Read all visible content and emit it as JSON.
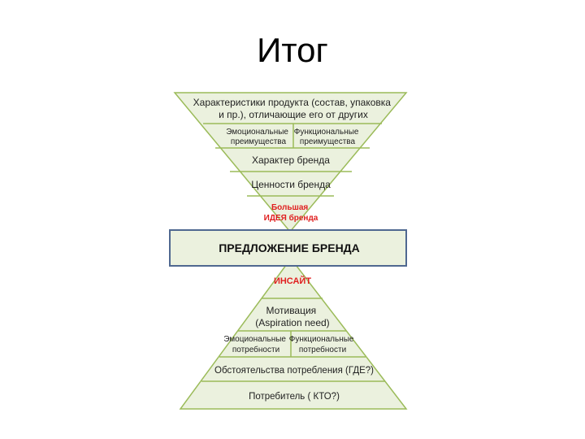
{
  "slide": {
    "title": "Итог"
  },
  "diagram": {
    "top_funnel": {
      "characteristics": [
        "Характеристики продукта (состав, упаковка",
        "и пр.), отличающие его от других"
      ],
      "benefits_left": [
        "Эмоциональные",
        "преимущества"
      ],
      "benefits_right": [
        "Функциональные",
        "преимущества"
      ],
      "character": "Характер бренда",
      "values": "Ценности бренда",
      "big_idea": [
        "Большая",
        "ИДЕЯ бренда"
      ]
    },
    "center": {
      "label": "ПРЕДЛОЖЕНИЕ БРЕНДА"
    },
    "bottom_pyramid": {
      "insight": "ИНСАЙТ",
      "motivation": [
        "Мотивация",
        "(Aspiration need)"
      ],
      "needs_left": [
        "Эмоциональные",
        "потребности"
      ],
      "needs_right": [
        "Функциональные",
        "потребности"
      ],
      "circumstances": "Обстоятельства потребления (ГДЕ?)",
      "consumer": "Потребитель ( КТО?)"
    },
    "colors": {
      "fill": "#ebf1de",
      "stroke": "#9bbb59",
      "center_stroke": "#4f6890",
      "accent_text": "#e02020"
    }
  }
}
